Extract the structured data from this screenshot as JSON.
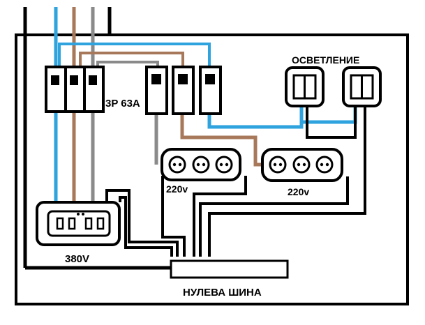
{
  "labels": {
    "main_breaker": "3P 63A",
    "lighting": "ОСВЕТЛЕНИЕ",
    "socket_left_voltage": "220v",
    "socket_right_voltage": "220v",
    "socket_3phase_voltage": "380V",
    "neutral_bus": "НУЛЕВА ШИНА"
  },
  "colors": {
    "blue_wire": "#2ea3de",
    "brown_wire": "#a8785a",
    "gray_wire": "#8a8a8a",
    "black_wire": "#000000"
  },
  "icons": [
    "three-pole-breaker-icon",
    "single-pole-breaker-icon",
    "light-switch-icon",
    "triple-socket-icon",
    "three-phase-socket-icon",
    "neutral-bus-bar-icon"
  ]
}
